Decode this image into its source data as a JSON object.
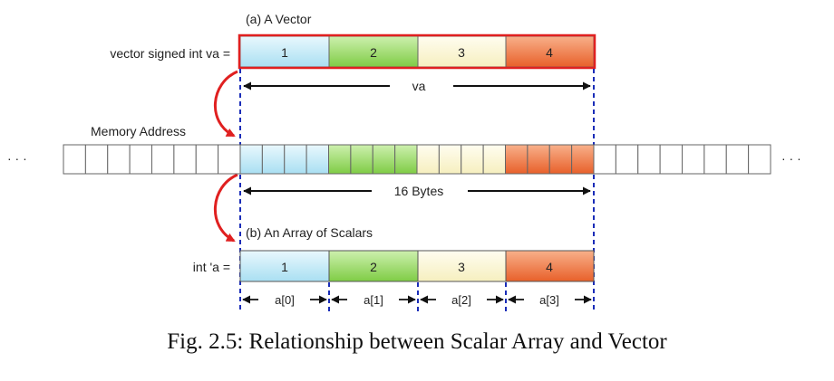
{
  "vector_title": "(a)  A Vector",
  "vector_decl": "vector signed int va =",
  "vector_values": [
    "1",
    "2",
    "3",
    "4"
  ],
  "va_label": "va",
  "memory_label": "Memory Address",
  "ellipsis": "· · ·",
  "bytes_label": "16 Bytes",
  "array_title": "(b)  An Array of Scalars",
  "array_decl": "int 'a =",
  "array_values": [
    "1",
    "2",
    "3",
    "4"
  ],
  "index_labels": [
    "a[0]",
    "a[1]",
    "a[2]",
    "a[3]"
  ],
  "caption": "Fig. 2.5: Relationship between Scalar Array and Vector",
  "colors": {
    "blue": "#c6ecf8",
    "green": "#9bdc6a",
    "yellow": "#fbf7d6",
    "orange": "#f0763f",
    "highlight_border": "#e02020",
    "guide_line": "#1a2db8",
    "curve_arrow": "#e02020",
    "cell_border": "#555555"
  }
}
